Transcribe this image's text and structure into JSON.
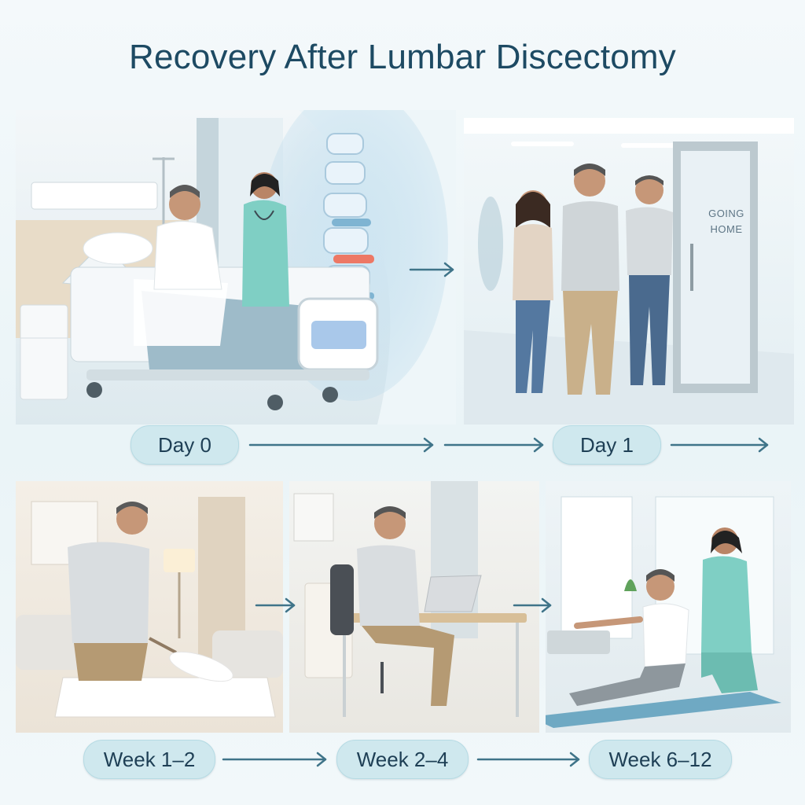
{
  "title": "Recovery After Lumbar Discectomy",
  "stages": [
    {
      "label": "Day 0",
      "scene": "hospital-bed-with-nurse"
    },
    {
      "label": "Day 1",
      "scene": "walking-out-of-hospital"
    },
    {
      "label": "Week 1–2",
      "scene": "light-housework-dusting"
    },
    {
      "label": "Week 2–4",
      "scene": "desk-work-laptop"
    },
    {
      "label": "Week 6–12",
      "scene": "physiotherapy-exercise"
    }
  ],
  "door_sign": {
    "line1": "GOING",
    "line2": "HOME"
  },
  "colors": {
    "title": "#1d4a63",
    "pill_bg": "#cfe8ee",
    "pill_text": "#1e3f55",
    "arrow": "#3f7489",
    "scrubs": "#7fcfc4",
    "highlight": "#e4553e"
  },
  "icons": [
    "spine-icon",
    "arrow-right-icon"
  ]
}
